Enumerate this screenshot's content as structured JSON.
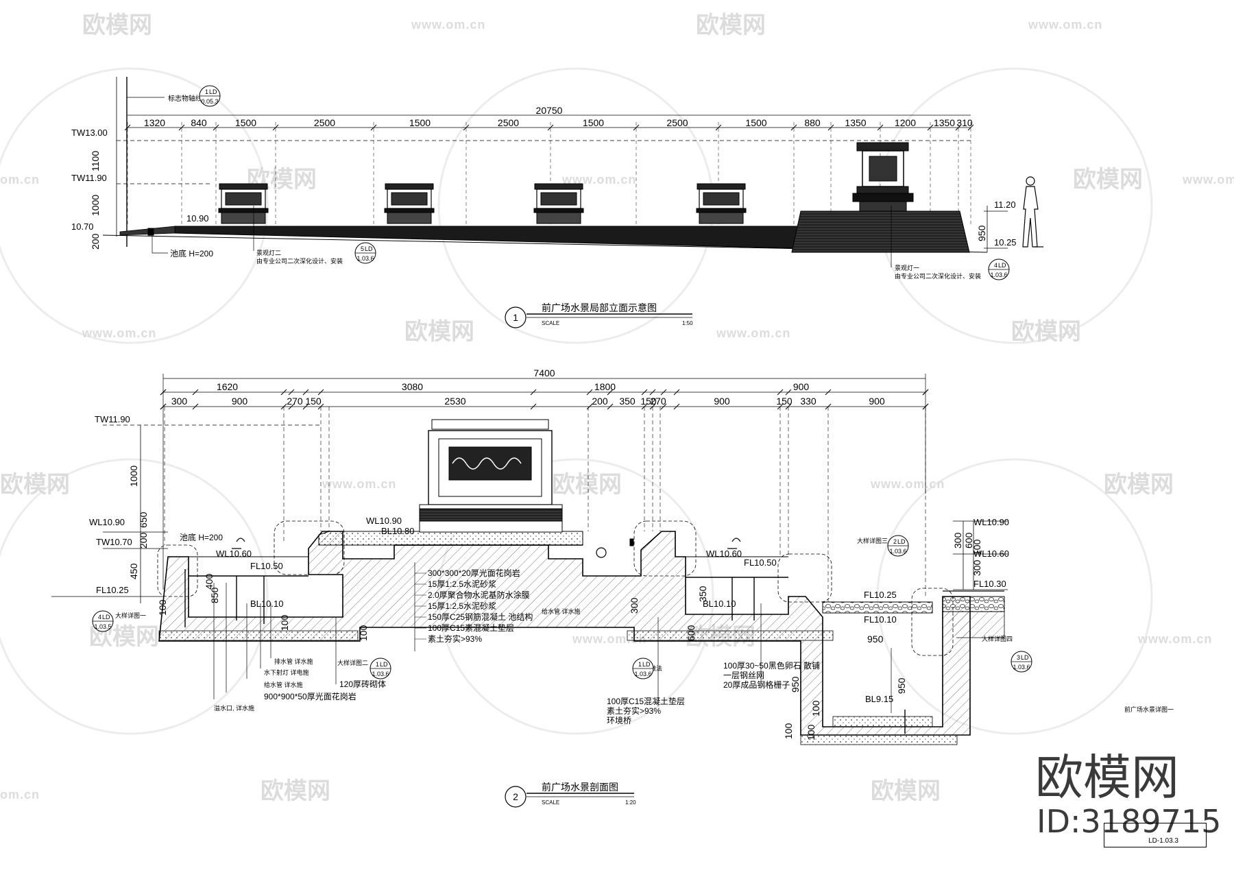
{
  "watermark": {
    "logo_text": "欧模网",
    "url": "www.om.cn",
    "url_partial": "om.cn"
  },
  "brand": {
    "name": "欧模网",
    "id": "ID:3189715"
  },
  "sheet_number": "LD-1.03.3",
  "elevation": {
    "title_number": "1",
    "title": "前广场水景局部立面示意图",
    "scale_label": "SCALE",
    "scale_value": "1:50",
    "total_dim": "20750",
    "segment_dims": [
      "1320",
      "840",
      "1500",
      "2500",
      "1500",
      "2500",
      "1500",
      "2500",
      "1500",
      "880",
      "1350",
      "1200",
      "1350",
      "310"
    ],
    "vertical_dims": [
      "1100",
      "1000",
      "200",
      "950"
    ],
    "levels": [
      "TW13.00",
      "TW11.90",
      "10.90",
      "10.70",
      "11.20",
      "10.25"
    ],
    "notes": {
      "top_callout": "标志物轴线",
      "pool": "池底 H=200",
      "feature_two": [
        "景观灯二",
        "由专业公司二次深化设计、安装"
      ],
      "feature_one": [
        "景观灯一",
        "由专业公司二次深化设计、安装"
      ]
    },
    "callouts": [
      {
        "num": "1",
        "ref": "LD",
        "sheet": "0.05.3"
      },
      {
        "num": "5",
        "ref": "LD",
        "sheet": "1.03.6"
      },
      {
        "num": "4",
        "ref": "LD",
        "sheet": "1.03.6"
      }
    ]
  },
  "section": {
    "title_number": "2",
    "title": "前广场水景剖面图",
    "scale_label": "SCALE",
    "scale_value": "1:20",
    "total_dim": "7400",
    "top_dims": [
      "1620",
      "3080",
      "1800",
      "900"
    ],
    "detail_dims": [
      "300",
      "900",
      "270",
      "150",
      "2530",
      "200",
      "350",
      "150",
      "270",
      "900",
      "150",
      "330",
      "900"
    ],
    "vertical_dims": [
      "1000",
      "650",
      "200",
      "450",
      "400",
      "100",
      "850",
      "100",
      "100",
      "600",
      "300",
      "350",
      "950",
      "100",
      "100",
      "950",
      "100",
      "100",
      "300",
      "600",
      "300"
    ],
    "levels": [
      "TW11.90",
      "WL10.90",
      "TW10.70",
      "FL10.25",
      "WL10.60",
      "FL10.50",
      "BL10.10",
      "WL10.90",
      "BL10.80",
      "WL10.60",
      "FL10.50",
      "BL10.10",
      "WL10.90",
      "WL10.60",
      "FL10.30",
      "FL10.25",
      "FL10.10",
      "BL9.15"
    ],
    "layers": [
      "300*300*20厚光面花岗岩",
      "15厚1:2.5水泥砂浆",
      "2.0厚聚合物水泥基防水涂膜",
      "15厚1:2.5水泥砂浆",
      "150厚C25钢筋混凝土 池结构",
      "100厚C15素混凝土垫层",
      "素土夯实>93%"
    ],
    "layers_right": [
      "100厚30~50黑色卵石 散铺",
      "一层钢丝网",
      "20厚成品钢格栅子"
    ],
    "layers_right_2": [
      "100厚C15混凝土垫层",
      "素土夯实>93%",
      "环境桥"
    ],
    "dims_misc": [
      "950"
    ],
    "notes_left": [
      "池底 H=200",
      "大样详图一",
      "溢水口, 详水施",
      "900*900*50厚光面花岗岩",
      "给水管 详水施",
      "水下射灯 详电施",
      "排水管 详水施",
      "120厚砖砌体",
      "大样详图二"
    ],
    "notes_right": [
      "大样详图三",
      "给水管 详水施",
      "详图做法",
      "大样详图四",
      "前广场水景详图一"
    ],
    "callouts": [
      {
        "num": "4",
        "ref": "LD",
        "sheet": "1.03.5"
      },
      {
        "num": "1",
        "ref": "LD",
        "sheet": "1.03.6"
      },
      {
        "num": "1",
        "ref": "LD",
        "sheet": "1.03.6"
      },
      {
        "num": "2",
        "ref": "LD",
        "sheet": "1.03.6"
      },
      {
        "num": "3",
        "ref": "LD",
        "sheet": "1.03.6"
      }
    ]
  }
}
